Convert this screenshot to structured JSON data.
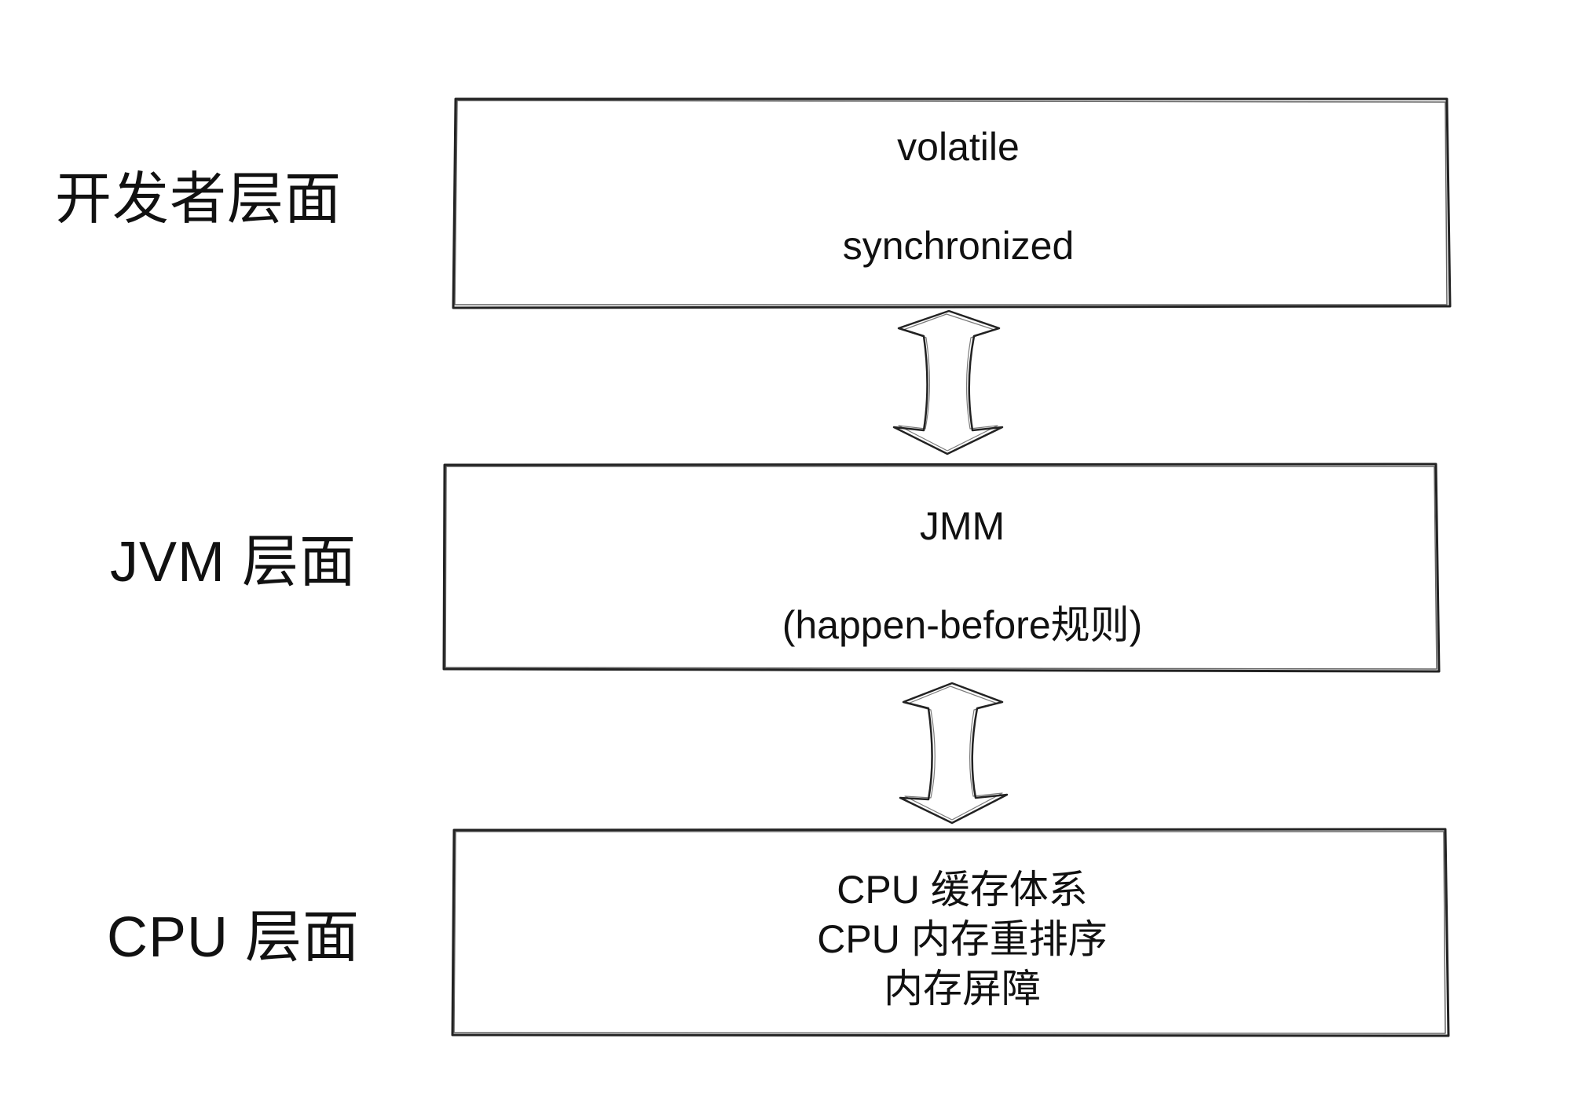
{
  "layers": {
    "developer": {
      "label": "开发者层面",
      "lines": [
        "volatile",
        "synchronized"
      ]
    },
    "jvm": {
      "label": "JVM 层面",
      "lines": [
        "JMM",
        "(happen-before规则)"
      ]
    },
    "cpu": {
      "label": "CPU 层面",
      "lines": [
        "CPU 缓存体系",
        "CPU 内存重排序",
        "内存屏障"
      ]
    }
  },
  "colors": {
    "stroke": "#222222",
    "text": "#111111",
    "background": "#ffffff"
  }
}
